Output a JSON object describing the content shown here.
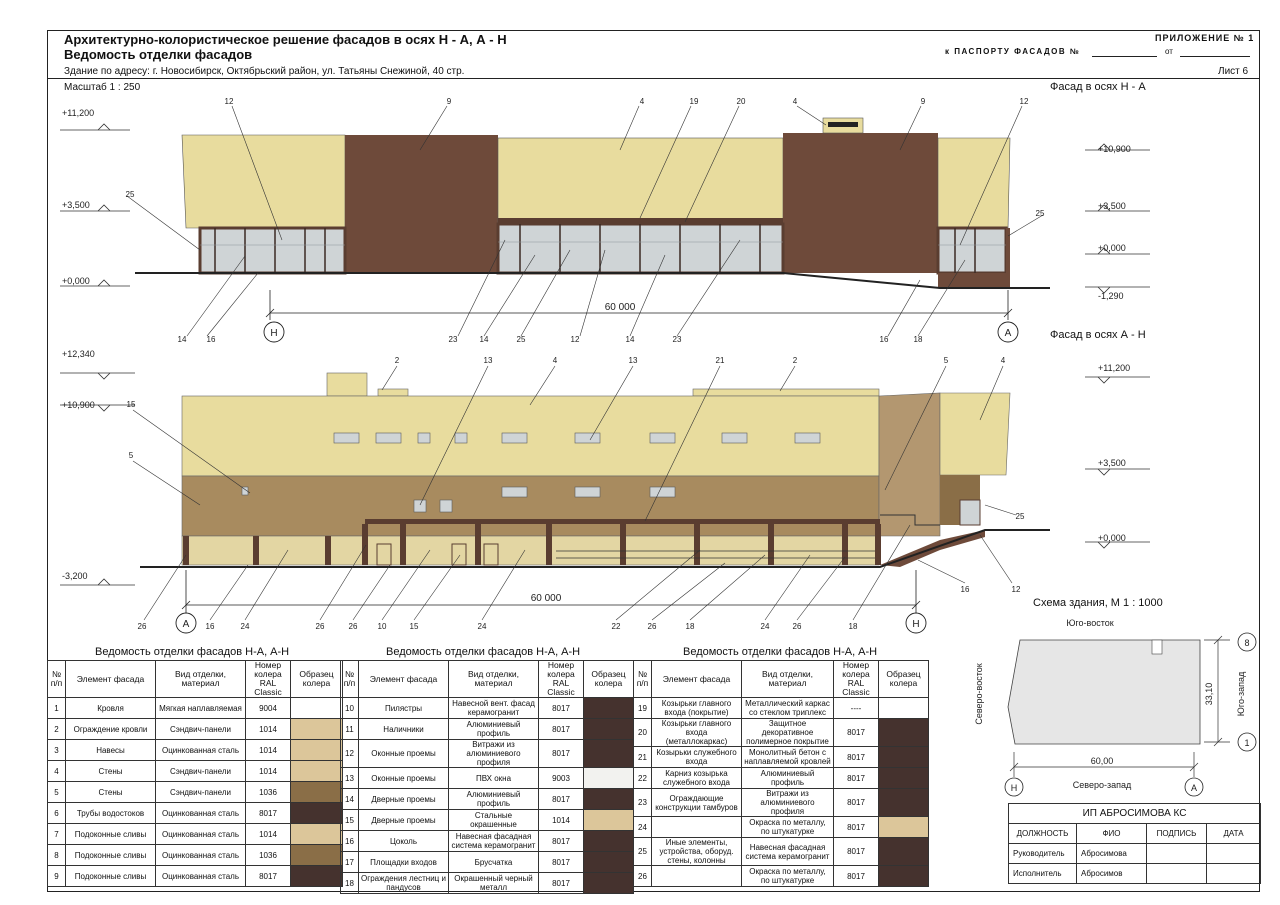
{
  "header": {
    "title": "Архитектурно-колористическое решение фасадов в осях  Н - А,  А - Н",
    "subtitle": "Ведомость отделки фасадов",
    "address": "Здание по адресу: г. Новосибирск, Октябрьский район, ул. Татьяны Снежиной, 40 стр.",
    "appendix": "ПРИЛОЖЕНИЕ  № 1",
    "passport": "к  ПАСПОРТУ  ФАСАДОВ  №",
    "from": "от",
    "sheet": "Лист  6",
    "scale": "Масштаб  1 : 250"
  },
  "facade1": {
    "title": "Фасад в осях  Н - А",
    "levels_left": [
      "+11,200",
      "+3,500",
      "+0,000"
    ],
    "levels_right": [
      "+10,900",
      "+3,500",
      "+0,000",
      "-1,290"
    ],
    "callouts_top": [
      "12",
      "9",
      "4",
      "19",
      "20",
      "4",
      "9",
      "12"
    ],
    "callouts_side": [
      "25",
      "25"
    ],
    "callouts_bottom": [
      "14",
      "16",
      "23",
      "14",
      "25",
      "12",
      "14",
      "23",
      "16",
      "18"
    ],
    "dimension": "60 000",
    "axis_left": "Н",
    "axis_right": "А"
  },
  "facade2": {
    "title": "Фасад в осях  А - Н",
    "levels_left": [
      "+12,340",
      "+10,900",
      "-3,200"
    ],
    "levels_right": [
      "+11,200",
      "+3,500",
      "+0,000"
    ],
    "callouts_top": [
      "2",
      "13",
      "4",
      "13",
      "21",
      "2",
      "5",
      "4"
    ],
    "callouts_side": [
      "15",
      "5",
      "25"
    ],
    "callouts_bottom": [
      "26",
      "16",
      "24",
      "26",
      "26",
      "10",
      "15",
      "24",
      "22",
      "26",
      "18",
      "24",
      "26",
      "18",
      "16",
      "12"
    ],
    "dimension": "60 000",
    "axis_left": "А",
    "axis_right": "Н"
  },
  "scheme": {
    "title": "Схема здания, М  1 : 1000",
    "top": "Юго-восток",
    "left": "Северо-восток",
    "right": "Юго-запад",
    "bottom": "Северо-запад",
    "width": "60,00",
    "height": "33,10",
    "axis_bl": "Н",
    "axis_br": "А",
    "axis_rt": "8",
    "axis_rb": "1"
  },
  "tables": {
    "caption": "Ведомость отделки фасадов Н-А, А-Н",
    "headers": [
      "№ п/п",
      "Элемент фасада",
      "Вид отделки, материал",
      "Номер колера RAL Classic",
      "Образец колера"
    ],
    "rows1": [
      {
        "n": "1",
        "el": "Кровля",
        "mat": "Мягкая наплавляемая",
        "ral": "9004",
        "color": "#ffffff"
      },
      {
        "n": "2",
        "el": "Ограждение кровли",
        "mat": "Сэндвич-панели",
        "ral": "1014",
        "color": "#dcc69a"
      },
      {
        "n": "3",
        "el": "Навесы",
        "mat": "Оцинкованная сталь",
        "ral": "1014",
        "color": "#dcc69a"
      },
      {
        "n": "4",
        "el": "Стены",
        "mat": "Сэндвич-панели",
        "ral": "1014",
        "color": "#dcc69a"
      },
      {
        "n": "5",
        "el": "Стены",
        "mat": "Сэндвич-панели",
        "ral": "1036",
        "color": "#8a6e47"
      },
      {
        "n": "6",
        "el": "Трубы водостоков",
        "mat": "Оцинкованная сталь",
        "ral": "8017",
        "color": "#45322e"
      },
      {
        "n": "7",
        "el": "Подоконные сливы",
        "mat": "Оцинкованная сталь",
        "ral": "1014",
        "color": "#dcc69a"
      },
      {
        "n": "8",
        "el": "Подоконные сливы",
        "mat": "Оцинкованная сталь",
        "ral": "1036",
        "color": "#8a6e47"
      },
      {
        "n": "9",
        "el": "Подоконные сливы",
        "mat": "Оцинкованная сталь",
        "ral": "8017",
        "color": "#45322e"
      }
    ],
    "rows2": [
      {
        "n": "10",
        "el": "Пилястры",
        "mat": "Навесной вент. фасад керамогранит",
        "ral": "8017",
        "color": "#45322e"
      },
      {
        "n": "11",
        "el": "Наличники",
        "mat": "Алюминиевый профиль",
        "ral": "8017",
        "color": "#45322e"
      },
      {
        "n": "12",
        "el": "Оконные проемы",
        "mat": "Витражи из алюминиевого профиля",
        "ral": "8017",
        "color": "#45322e"
      },
      {
        "n": "13",
        "el": "Оконные проемы",
        "mat": "ПВХ окна",
        "ral": "9003",
        "color": "#f2f2ef"
      },
      {
        "n": "14",
        "el": "Дверные проемы",
        "mat": "Алюминиевый профиль",
        "ral": "8017",
        "color": "#45322e"
      },
      {
        "n": "15",
        "el": "Дверные проемы",
        "mat": "Стальные окрашенные",
        "ral": "1014",
        "color": "#dcc69a"
      },
      {
        "n": "16",
        "el": "Цоколь",
        "mat": "Навесная фасадная система керамогранит",
        "ral": "8017",
        "color": "#45322e"
      },
      {
        "n": "17",
        "el": "Площадки входов",
        "mat": "Брусчатка",
        "ral": "8017",
        "color": "#45322e"
      },
      {
        "n": "18",
        "el": "Ограждения лестниц и пандусов",
        "mat": "Окрашенный черный металл",
        "ral": "8017",
        "color": "#45322e"
      }
    ],
    "rows3": [
      {
        "n": "19",
        "el": "Козырьки главного входа (покрытие)",
        "mat": "Металлический каркас со стеклом триплекс",
        "ral": "----",
        "color": "#ffffff"
      },
      {
        "n": "20",
        "el": "Козырьки главного входа (металлокаркас)",
        "mat": "Защитное декоративное полимерное покрытие",
        "ral": "8017",
        "color": "#45322e"
      },
      {
        "n": "21",
        "el": "Козырьки служебного входа",
        "mat": "Монолитный бетон с наплавляемой кровлей",
        "ral": "8017",
        "color": "#45322e"
      },
      {
        "n": "22",
        "el": "Карниз козырька служебного входа",
        "mat": "Алюминиевый профиль",
        "ral": "8017",
        "color": "#45322e"
      },
      {
        "n": "23",
        "el": "Ограждающие конструкции тамбуров",
        "mat": "Витражи из алюминиевого профиля",
        "ral": "8017",
        "color": "#45322e"
      },
      {
        "n": "24",
        "el": "",
        "mat": "Окраска по металлу, по штукатурке",
        "ral": "8017",
        "color": "#dcc69a"
      },
      {
        "n": "25",
        "el": "Иные элементы, устройства, оборуд. стены, колонны",
        "mat": "Навесная фасадная система керамогранит",
        "ral": "8017",
        "color": "#45322e"
      },
      {
        "n": "26",
        "el": "",
        "mat": "Окраска по металлу, по штукатурке",
        "ral": "8017",
        "color": "#45322e"
      }
    ]
  },
  "stamp": {
    "org": "ИП  АБРОСИМОВА  КС",
    "cols": [
      "ДОЛЖНОСТЬ",
      "ФИО",
      "ПОДПИСЬ",
      "ДАТА"
    ],
    "row1": [
      "Руководитель",
      "Абросимова",
      "",
      ""
    ],
    "row2": [
      "Исполнитель",
      "Абросимов",
      "",
      ""
    ]
  },
  "colors": {
    "ral1014": "#dcc69a",
    "ral1036": "#8a6e47",
    "ral8017": "#45322e",
    "wall_yellow": "#e8dc9e",
    "wall_brown": "#6e4a3a"
  }
}
